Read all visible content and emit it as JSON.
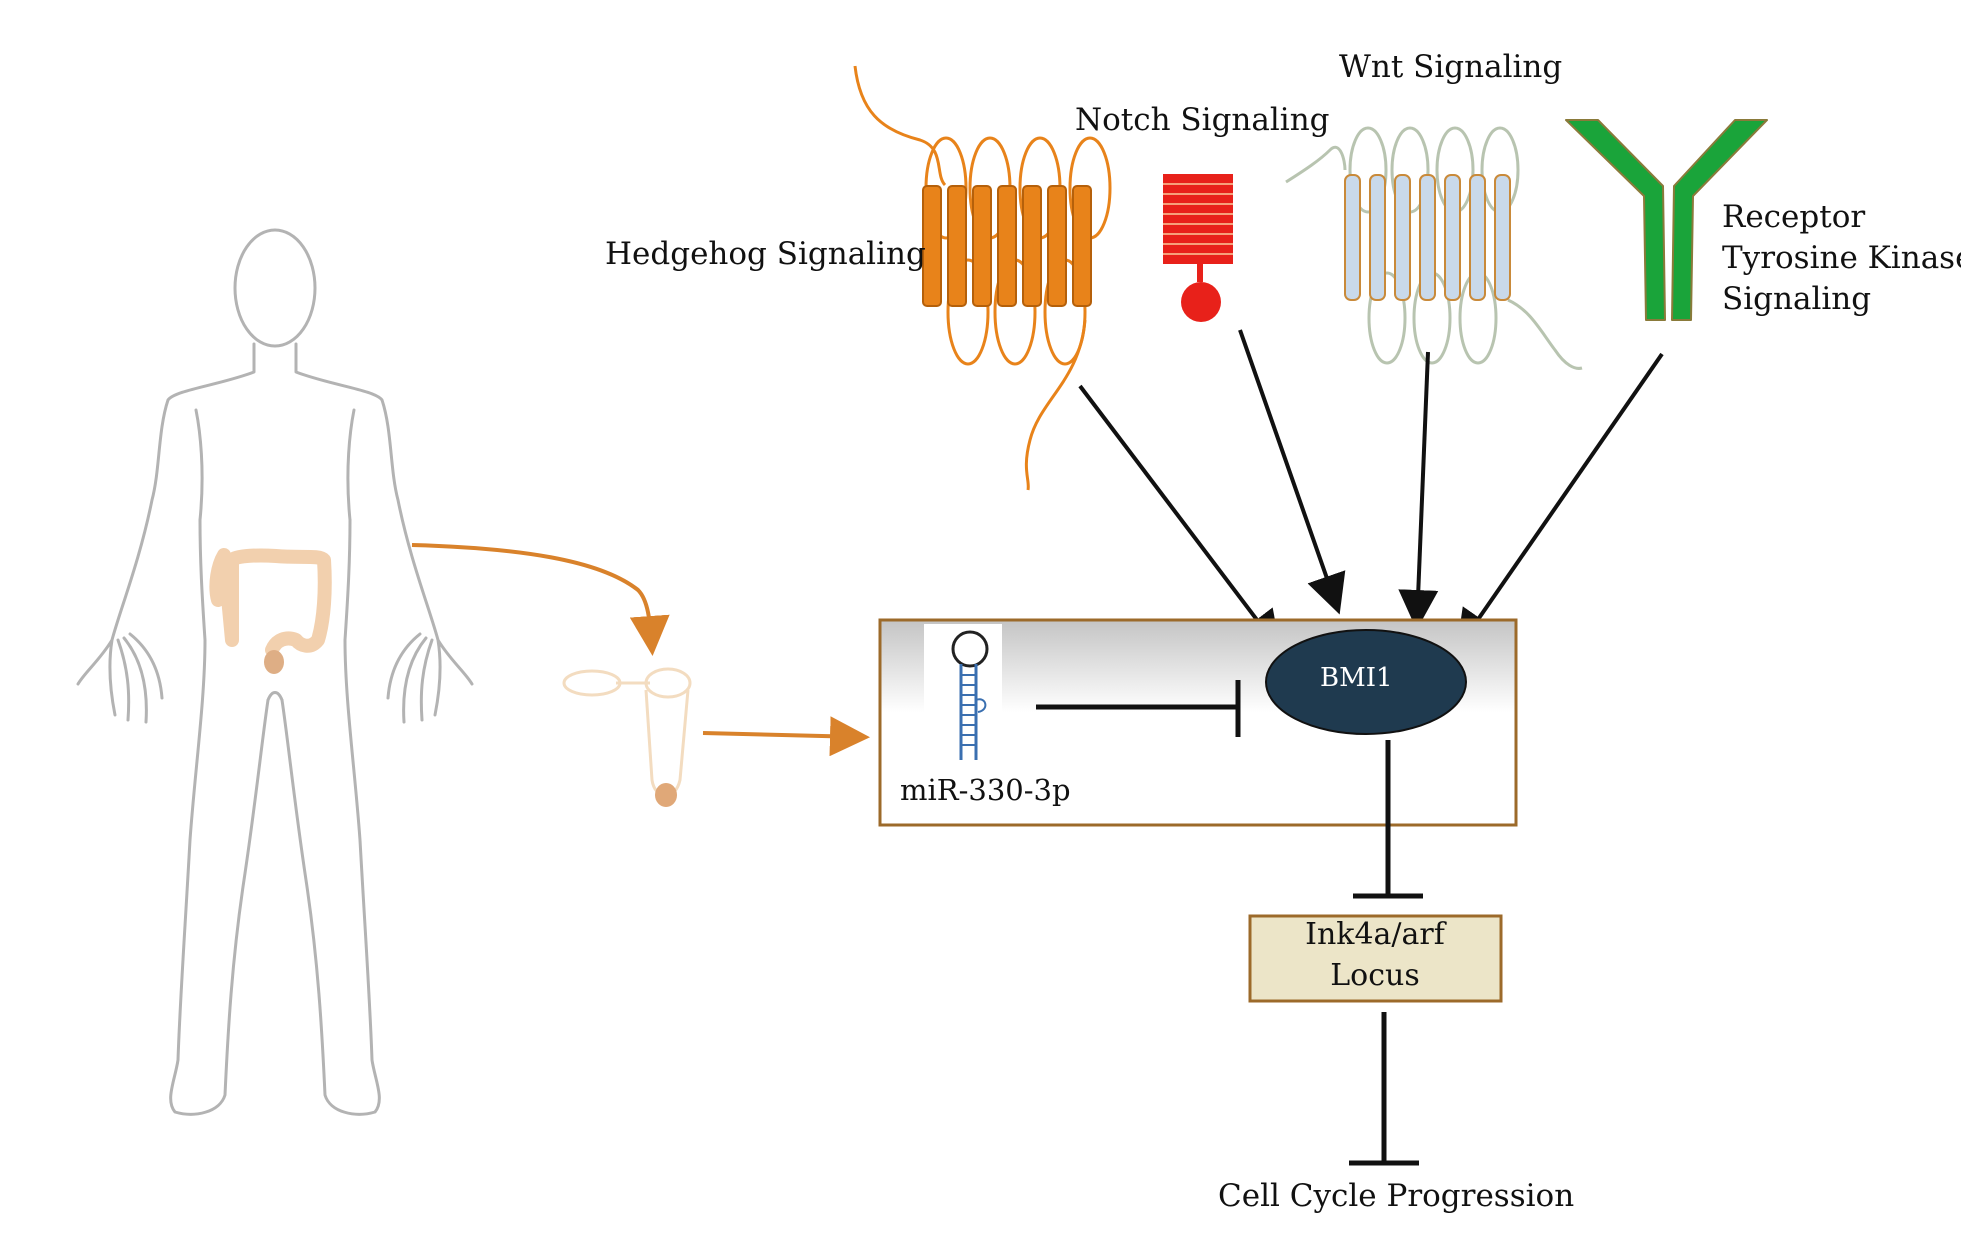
{
  "pathways": {
    "hedgehog": "Hedgehog Signaling",
    "notch": "Notch Signaling",
    "wnt": "Wnt Signaling",
    "rtk_line1": "Receptor",
    "rtk_line2": "Tyrosine Kinase",
    "rtk_line3": "Signaling"
  },
  "core": {
    "mirna": "miR-330-3p",
    "bmi1": "BMI1",
    "locus_line1": "Ink4a/arf",
    "locus_line2": "Locus",
    "outcome": "Cell Cycle Progression"
  },
  "colors": {
    "hedgehog": "#e8831a",
    "notch": "#e8211a",
    "wnt_fill": "#c9d9ea",
    "wnt_stroke": "#c98a3a",
    "rtk": "#1aa43a",
    "bmi1": "#1f3a4f",
    "box_border": "#9c6a2a",
    "locus_fill": "#ece5c8",
    "body_outline": "#b3b3b3",
    "colon": "#f0c8a0",
    "tube": "#f3dcc0",
    "arrow_orange": "#d9822b"
  },
  "icons": {
    "body": "human-body-outline-icon",
    "colon": "colon-icon",
    "tube": "sample-tube-icon",
    "hairpin": "mirna-hairpin-icon"
  }
}
